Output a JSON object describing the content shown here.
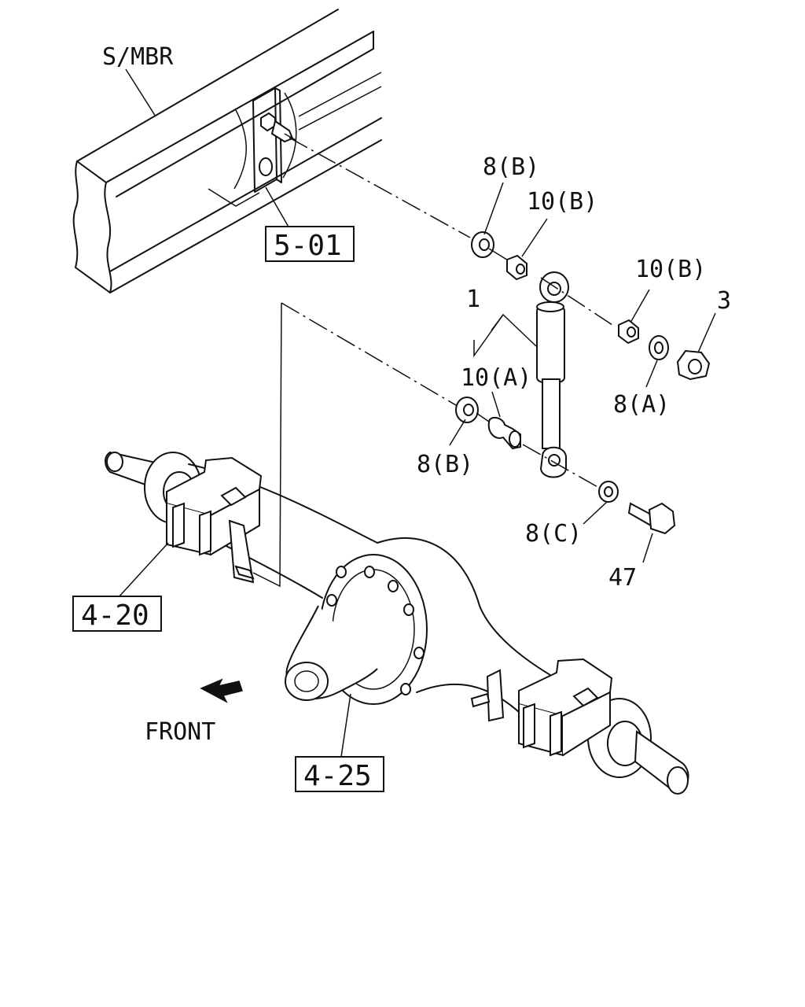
{
  "labels": {
    "frame_member": "S/MBR",
    "ref_5_01": "5-01",
    "ref_4_20": "4-20",
    "ref_4_25": "4-25",
    "front": "FRONT",
    "part_1": "1",
    "part_3": "3",
    "part_47": "47",
    "part_8b_top": "8(B)",
    "part_8b_bottom": "8(B)",
    "part_8a": "8(A)",
    "part_8c": "8(C)",
    "part_10b_left": "10(B)",
    "part_10b_right": "10(B)",
    "part_10a": "10(A)"
  }
}
